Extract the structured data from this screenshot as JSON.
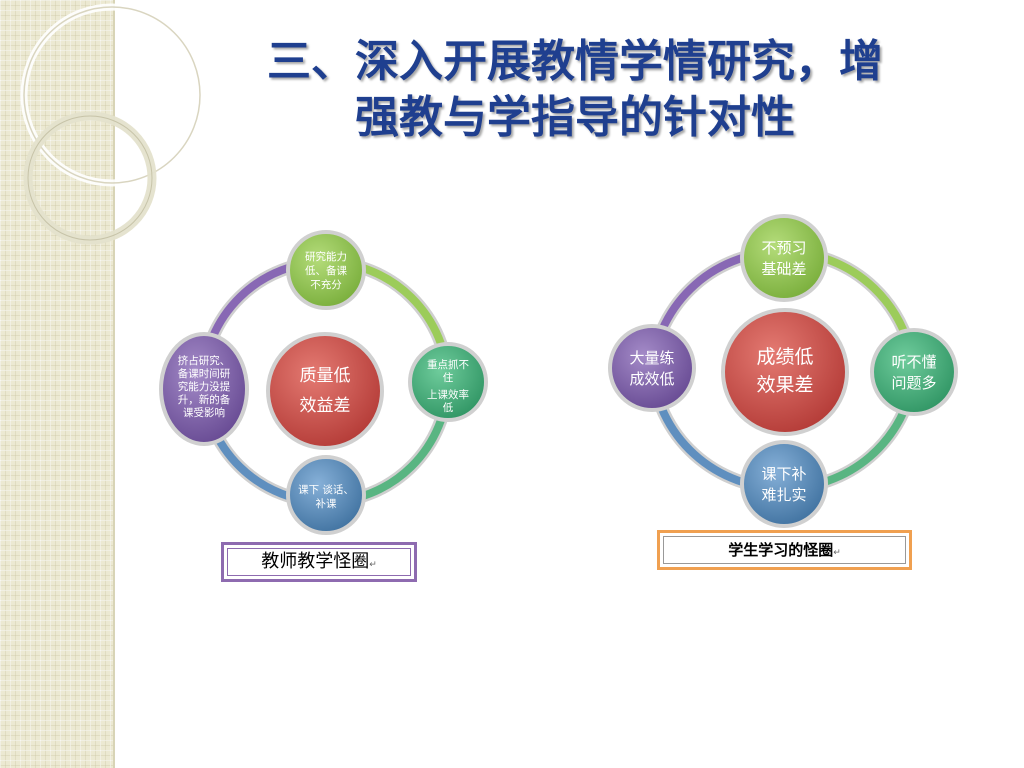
{
  "slide": {
    "title_line1": "三、深入开展教情学情研究，增",
    "title_line2": "强教与学指导的针对性"
  },
  "teacher_cycle": {
    "center": [
      "质量低",
      "效益差"
    ],
    "top": [
      "研究能力",
      "低、备课",
      "不充分"
    ],
    "right": [
      "重点抓不",
      "住",
      "上课效率",
      "低"
    ],
    "bottom": [
      "课下 谈话、",
      "补课"
    ],
    "left": [
      "挤占研究、",
      "备课时间研",
      "究能力没提",
      "升，新的备",
      "课受影响"
    ],
    "caption": "教师教学怪圈",
    "caption_mark": "↵"
  },
  "student_cycle": {
    "center": [
      "成绩低",
      "效果差"
    ],
    "top": [
      "不预习",
      "基础差"
    ],
    "right": [
      "听不懂",
      "问题多"
    ],
    "bottom": [
      "课下补",
      "难扎实"
    ],
    "left": [
      "大量练",
      "成效低"
    ],
    "caption": "学生学习的怪圈",
    "caption_mark": "↵"
  },
  "colors": {
    "title": "#1f3f8f",
    "green": "#8cc04a",
    "teal": "#3fa675",
    "blue": "#4f83b2",
    "purple": "#7a5aa6",
    "red": "#c94a45",
    "caption_border_1": "#8e6bb0",
    "caption_border_2": "#f0a050"
  }
}
